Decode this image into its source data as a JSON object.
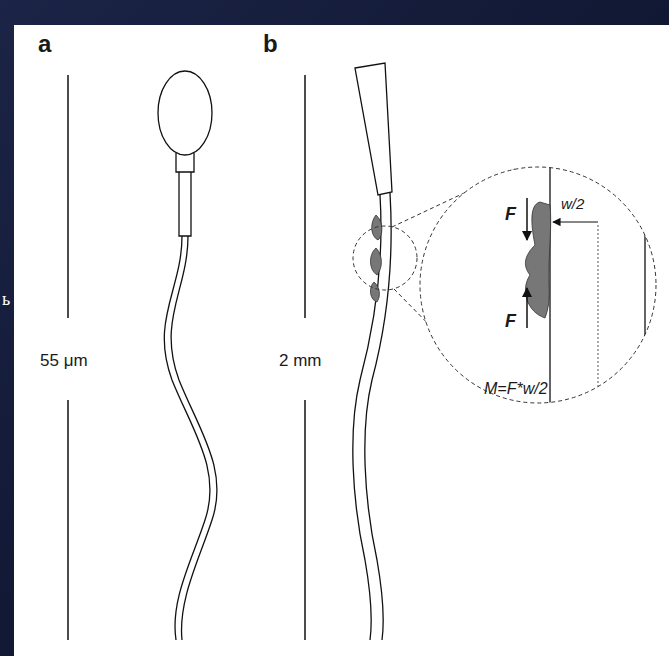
{
  "diagram": {
    "labels": [
      "a",
      "b",
      "55 μm",
      "2 mm",
      "F",
      "F",
      "w/2",
      "M=F*w/2",
      "ь"
    ]
  }
}
